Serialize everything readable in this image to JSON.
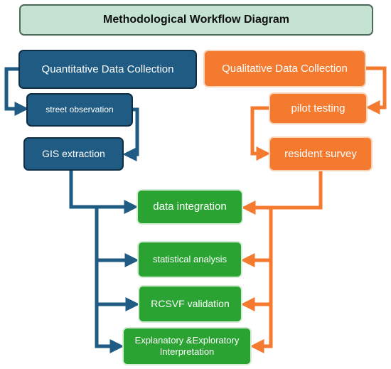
{
  "title": "Methodological Workflow Diagram",
  "quantitative": {
    "heading": "Quantitative Data Collection",
    "steps": [
      "street observation",
      "GIS extraction"
    ]
  },
  "qualitative": {
    "heading": "Qualitative Data Collection",
    "steps": [
      "pilot testing",
      "resident survey"
    ]
  },
  "outputs": [
    "data integration",
    "statistical analysis",
    "RCSVF validation",
    "Explanatory &Exploratory Interpretation"
  ],
  "colors": {
    "title_fill": "#c4e3d2",
    "quantitative": "#1f5b82",
    "qualitative": "#f47a30",
    "outputs": "#2aa333"
  }
}
